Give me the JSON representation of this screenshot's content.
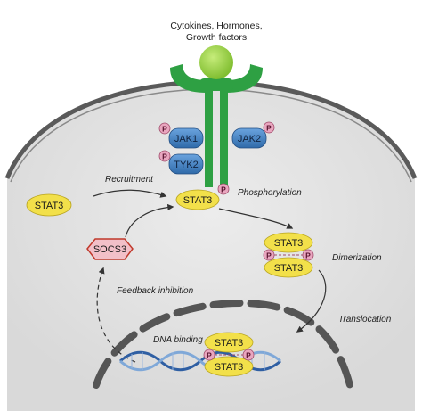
{
  "ligand": {
    "line1": "Cytokines, Hormones,",
    "line2": "Growth factors"
  },
  "kinases": {
    "jak1": "JAK1",
    "jak2": "JAK2",
    "tyk2": "TYK2"
  },
  "phospho_mark": "P",
  "stat3": "STAT3",
  "socs3": "SOCS3",
  "steps": {
    "recruitment": "Recruitment",
    "phosphorylation": "Phosphorylation",
    "dimerization": "Dimerization",
    "translocation": "Translocation",
    "feedback": "Feedback inhibition",
    "dna_binding": "DNA binding"
  },
  "colors": {
    "receptor_green": "#2ea043",
    "ligand_green": "#9bd34a",
    "stat_yellow": "#f2e04a",
    "jak_blue": "#4d86c6",
    "phospho_pink": "#e9a6bf",
    "socs_pink": "#f2c0c8",
    "cell_gray": "#e3e3e3",
    "membrane_dark": "#5a5a5a"
  }
}
